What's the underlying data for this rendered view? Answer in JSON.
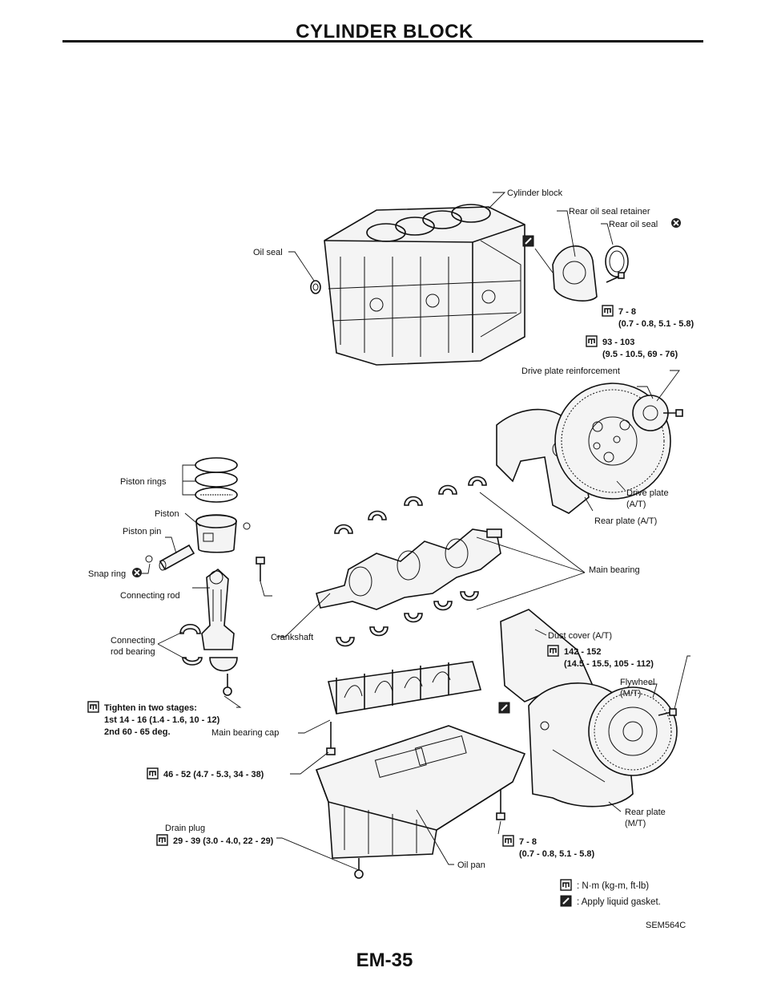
{
  "header": {
    "title": "CYLINDER BLOCK"
  },
  "labels": {
    "cylinder_block": "Cylinder block",
    "rear_oil_seal_retainer": "Rear oil seal retainer",
    "rear_oil_seal": "Rear oil seal",
    "oil_seal": "Oil seal",
    "torque_retainer_1": "7 - 8",
    "torque_retainer_2": "(0.7 - 0.8, 5.1 - 5.8)",
    "torque_drive_1": "93 - 103",
    "torque_drive_2": "(9.5 - 10.5, 69 - 76)",
    "drive_plate_reinforcement": "Drive plate reinforcement",
    "drive_plate_1": "Drive plate",
    "drive_plate_2": "(A/T)",
    "rear_plate_at": "Rear plate (A/T)",
    "main_bearing": "Main bearing",
    "piston_rings": "Piston rings",
    "piston": "Piston",
    "piston_pin": "Piston pin",
    "snap_ring": "Snap ring",
    "connecting_rod": "Connecting rod",
    "connecting_rod_bearing_1": "Connecting",
    "connecting_rod_bearing_2": "rod bearing",
    "crankshaft": "Crankshaft",
    "dust_cover": "Dust cover (A/T)",
    "torque_dust_1": "142 - 152",
    "torque_dust_2": "(14.5 - 15.5, 105 - 112)",
    "flywheel_1": "Flywheel",
    "flywheel_2": "(M/T)",
    "tighten_1": "Tighten in two stages:",
    "tighten_2": "1st   14 - 16 (1.4 - 1.6, 10 - 12)",
    "tighten_3": "2nd   60 - 65 deg.",
    "main_bearing_cap": "Main bearing cap",
    "torque_cap": "46 - 52 (4.7 - 5.3, 34 - 38)",
    "drain_plug": "Drain plug",
    "torque_drain": "29 - 39 (3.0 - 4.0, 22 - 29)",
    "oil_pan": "Oil pan",
    "torque_pan_1": "7 - 8",
    "torque_pan_2": "(0.7 - 0.8, 5.1 - 5.8)",
    "rear_plate_mt_1": "Rear plate",
    "rear_plate_mt_2": "(M/T)"
  },
  "legend": {
    "torque": ": N·m (kg-m, ft-lb)",
    "gasket": ": Apply liquid gasket."
  },
  "figure_code": "SEM564C",
  "footer": {
    "page_number": "EM-35"
  }
}
